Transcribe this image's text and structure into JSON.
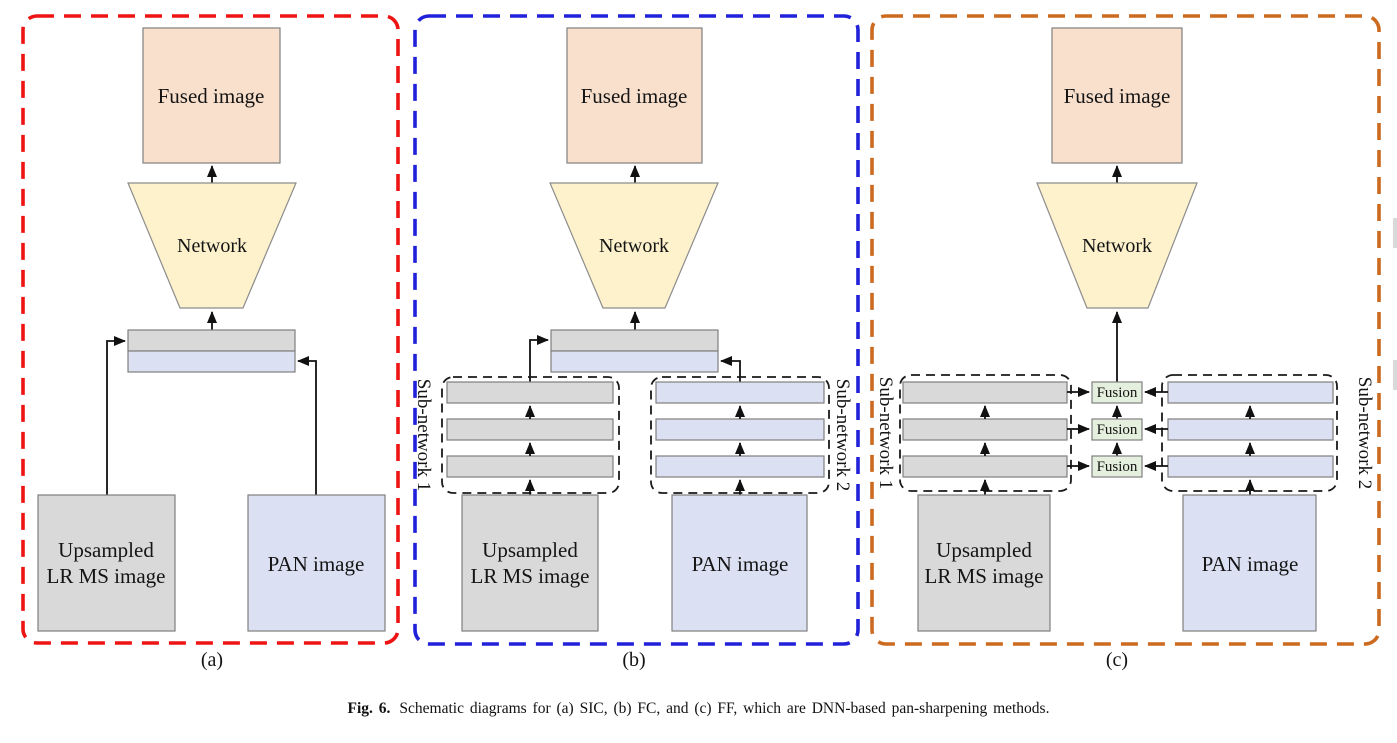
{
  "figure": {
    "caption_prefix": "Fig. 6.",
    "caption_text": "Schematic diagrams for (a) SIC, (b) FC, and (c) FF, which are DNN-based pan-sharpening methods."
  },
  "labels": {
    "fused": "Fused image",
    "network": "Network",
    "upsampled_line1": "Upsampled",
    "upsampled_line2": "LR MS image",
    "pan": "PAN image",
    "fusion": "Fusion",
    "subnetwork1": "Sub-network 1",
    "subnetwork2": "Sub-network 2"
  },
  "panels": [
    {
      "label": "(a)",
      "border_color": "#ee1414"
    },
    {
      "label": "(b)",
      "border_color": "#2121d9"
    },
    {
      "label": "(c)",
      "border_color": "#cc6a1f"
    }
  ],
  "colors": {
    "fused_fill": "#f8e0cd",
    "network_fill": "#fdf2cc",
    "ms_fill": "#d9d9d9",
    "pan_fill": "#dbe1f2",
    "fusion_fill": "#e5efdd",
    "box_border": "#7f7f7f",
    "arrow": "#111111"
  }
}
